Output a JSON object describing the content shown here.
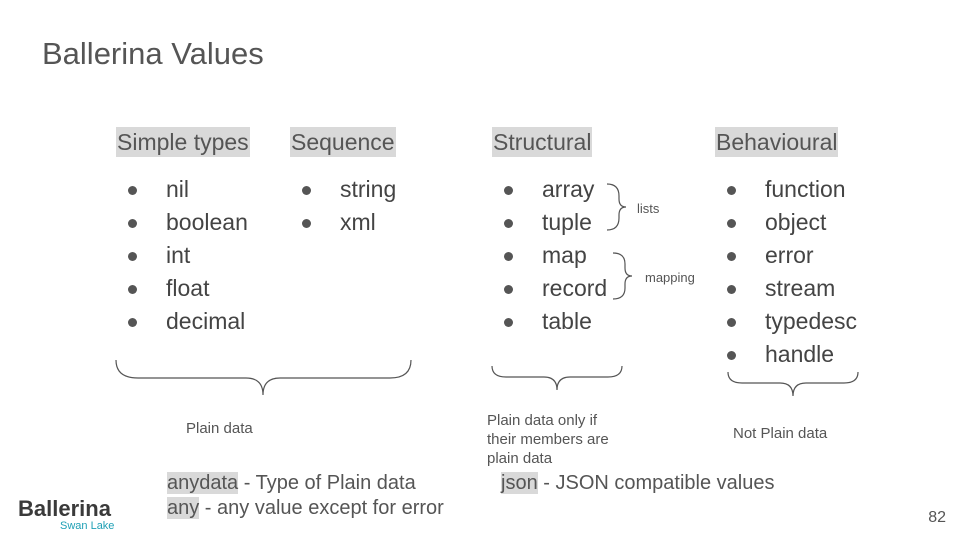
{
  "slide": {
    "title": "Ballerina Values",
    "page_number": "82"
  },
  "columns": {
    "simple": {
      "header": "Simple types",
      "items": [
        "nil",
        "boolean",
        "int",
        "float",
        "decimal"
      ]
    },
    "sequence": {
      "header": "Sequence",
      "items": [
        "string",
        "xml"
      ]
    },
    "structural": {
      "header": "Structural",
      "items": [
        "array",
        "tuple",
        "map",
        "record",
        "table"
      ]
    },
    "behavioural": {
      "header": "Behavioural",
      "items": [
        "function",
        "object",
        "error",
        "stream",
        "typedesc",
        "handle"
      ]
    }
  },
  "brace_notes": {
    "lists": "lists",
    "mapping": "mapping"
  },
  "group_labels": {
    "plain_data": "Plain data",
    "plain_if": [
      "Plain data only if",
      "their members are",
      "plain data"
    ],
    "not_plain": "Not Plain data"
  },
  "bottom": {
    "anydata_kw": "anydata",
    "anydata_desc": " - Type of Plain data",
    "any_kw": "any",
    "any_desc": " - any value except for error",
    "json_kw": "json",
    "json_desc": " - JSON compatible values"
  },
  "logo": {
    "name": "Ballerina",
    "sub": "Swan Lake"
  },
  "colors": {
    "highlight": "#d9d9d9",
    "text": "#444444",
    "logo_accent": "#1fa0b5"
  }
}
